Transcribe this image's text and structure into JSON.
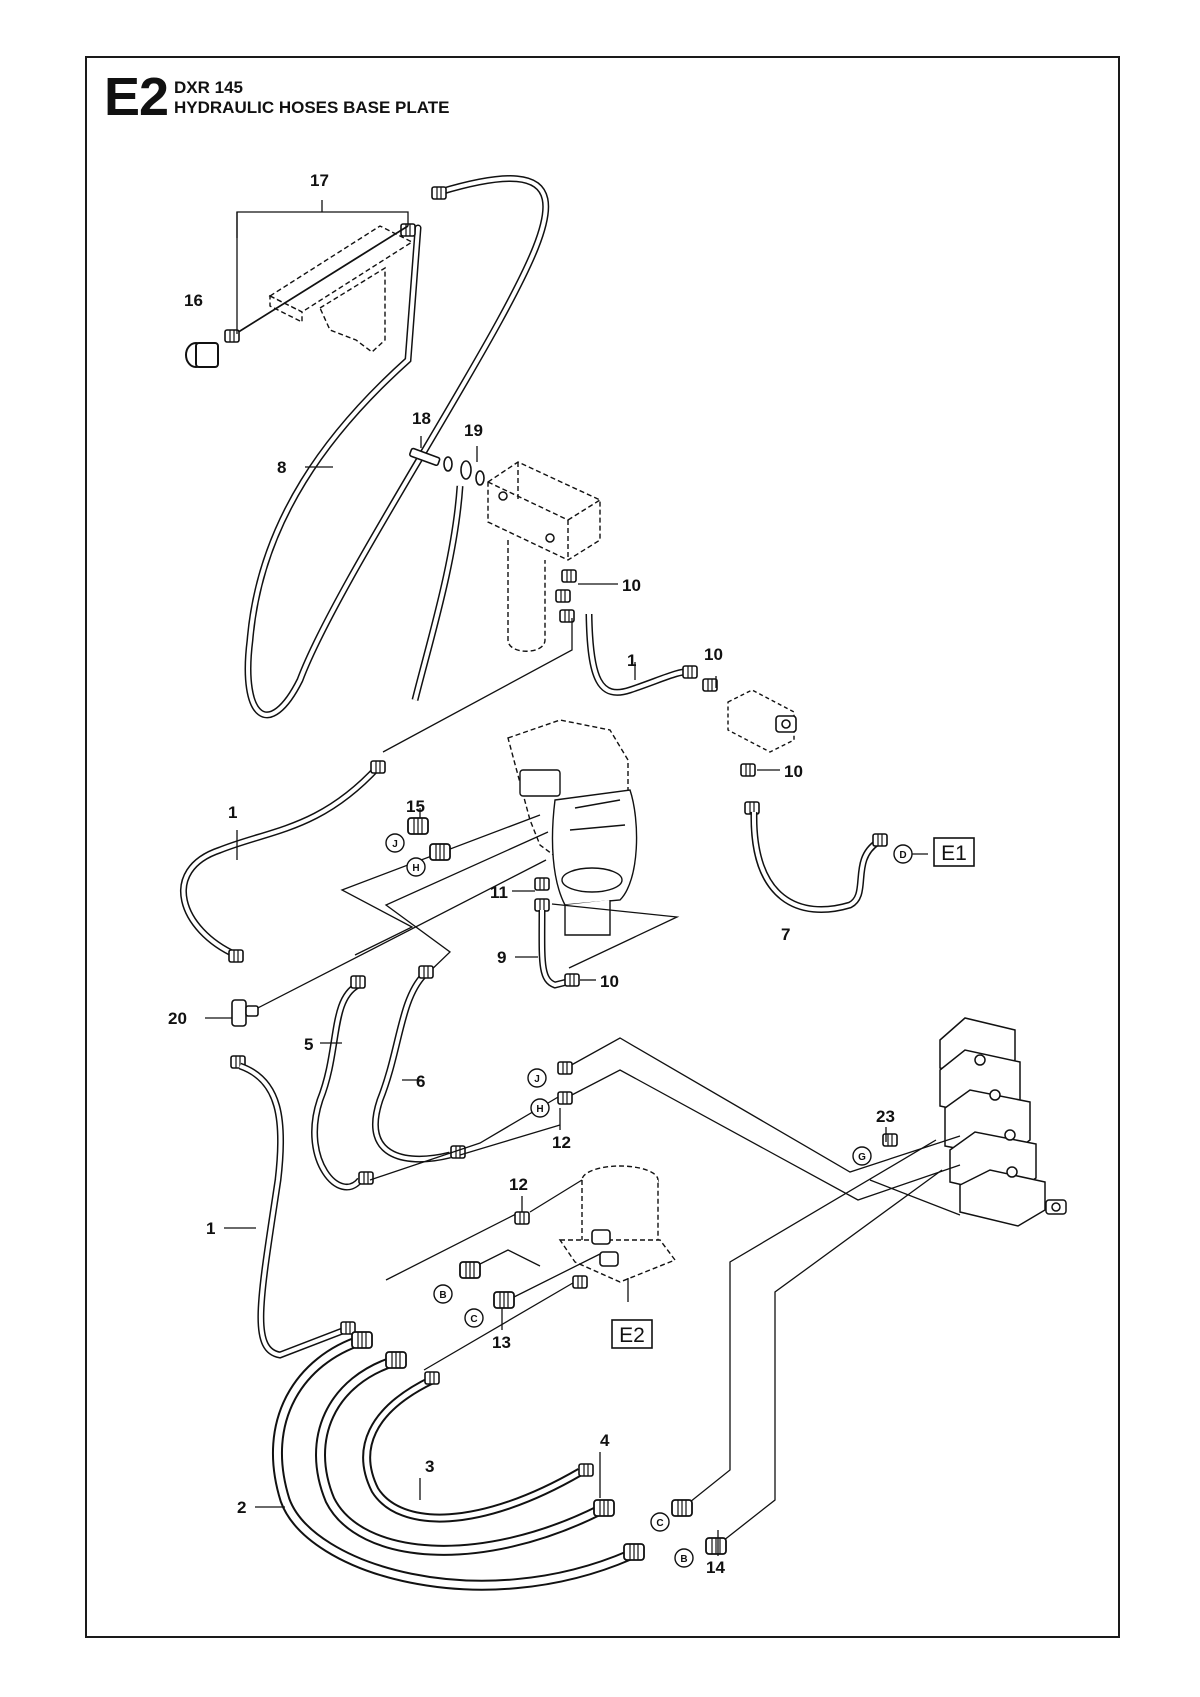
{
  "header": {
    "section_code": "E2",
    "model": "DXR 145",
    "title": "HYDRAULIC HOSES BASE PLATE"
  },
  "callouts": {
    "p1a": "1",
    "p1b": "1",
    "p1c": "1",
    "p2": "2",
    "p3": "3",
    "p4": "4",
    "p5": "5",
    "p6": "6",
    "p7": "7",
    "p8": "8",
    "p9": "9",
    "p10a": "10",
    "p10b": "10",
    "p10c": "10",
    "p10d": "10",
    "p11": "11",
    "p12a": "12",
    "p12b": "12",
    "p13": "13",
    "p14": "14",
    "p15": "15",
    "p16": "16",
    "p17": "17",
    "p18": "18",
    "p19": "19",
    "p20": "20",
    "p23": "23"
  },
  "connectors": {
    "j1": "J",
    "h1": "H",
    "j2": "J",
    "h2": "H",
    "d": "D",
    "g": "G",
    "b1": "B",
    "c1": "C",
    "c2": "C",
    "b2": "B"
  },
  "refs": {
    "e1": "E1",
    "e2": "E2"
  }
}
